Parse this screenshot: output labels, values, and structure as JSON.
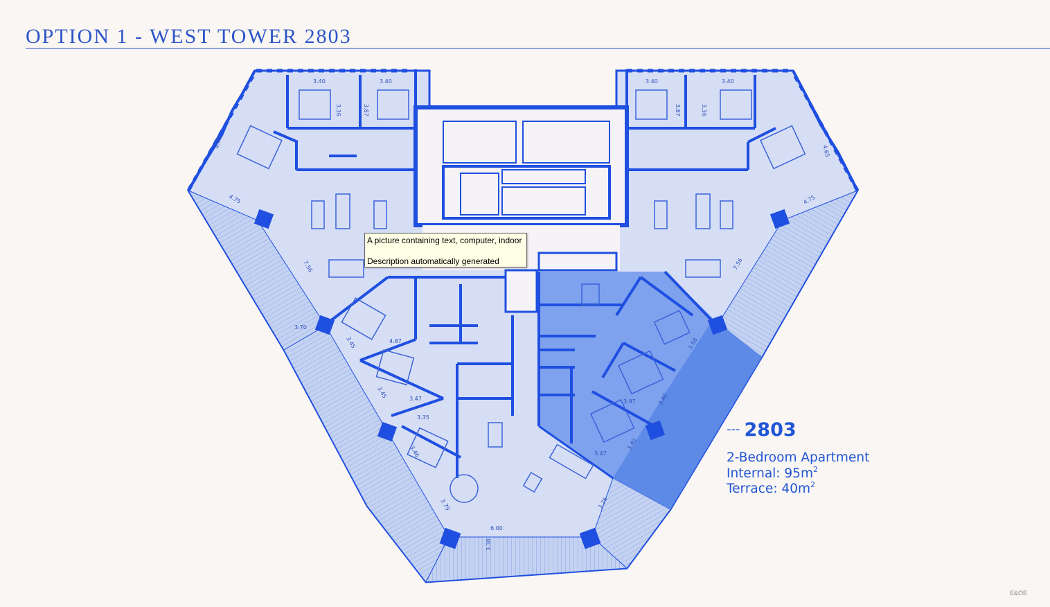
{
  "page": {
    "title": "OPTION 1 - WEST TOWER 2803",
    "footer_mark": "E&OE"
  },
  "unit": {
    "dashes": "---",
    "number": "2803",
    "type": "2-Bedroom Apartment",
    "internal_label": "Internal: 95m",
    "terrace_label": "Terrace: 40m",
    "area_unit_superscript": "2"
  },
  "tooltip": {
    "line1": "A picture containing text, computer, indoor",
    "line2": "Description automatically generated"
  },
  "floorplan": {
    "dimension_labels": [
      "3.40",
      "3.40",
      "3.36",
      "3.87",
      "4.65",
      "4.75",
      "7.56",
      "3.70",
      "3.45",
      "4.87",
      "3.45",
      "3.47",
      "3.35",
      "3.46",
      "3.79",
      "6.00",
      "3.30",
      "3.26",
      "3.40",
      "3.97",
      "3.40",
      "3.47",
      "3.68",
      "3.40",
      "3.40",
      "3.87",
      "3.36",
      "4.65",
      "4.75",
      "7.56"
    ],
    "colors": {
      "wall": "#1f4fe0",
      "floor": "#d3ddf6",
      "terrace": "#b7c8ef",
      "highlight": "#6f98ec",
      "highlight_terrace": "#5a86e6",
      "title": "#2c55c8"
    }
  }
}
